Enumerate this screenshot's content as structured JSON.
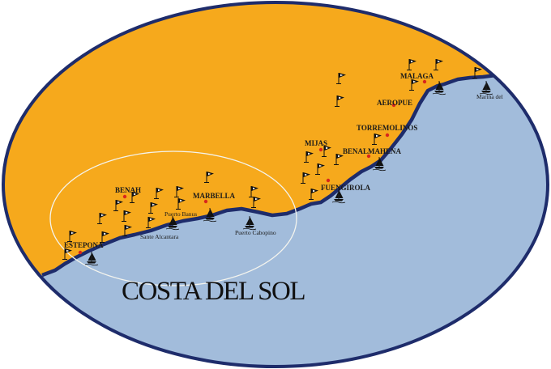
{
  "map": {
    "title": "COSTA DEL SOL",
    "colors": {
      "land": "#F6A91C",
      "sea": "#A2BCDB",
      "coast": "#1E2C6B",
      "frame": "#1E2C6B",
      "town_marker": "#D8261C",
      "highlight_ring": "#F4F4EE"
    },
    "towns": [
      {
        "name": "MALAGA"
      },
      {
        "name": "AEROPUE"
      },
      {
        "name": "TORREMOLINOS"
      },
      {
        "name": "MIJAS"
      },
      {
        "name": "BENALMAHENA"
      },
      {
        "name": "FUENGIROLA"
      },
      {
        "name": "MARBELLA"
      },
      {
        "name": "BENAH"
      },
      {
        "name": "ESTEPONA"
      }
    ],
    "ports": [
      {
        "name": "Marina del"
      },
      {
        "name": "Puerto Banus"
      },
      {
        "name": "Sante Alcantara"
      },
      {
        "name": "Puerto Cabopino"
      }
    ],
    "icons": {
      "golf": "golf-flag-icon",
      "port": "sailboat-icon"
    }
  }
}
